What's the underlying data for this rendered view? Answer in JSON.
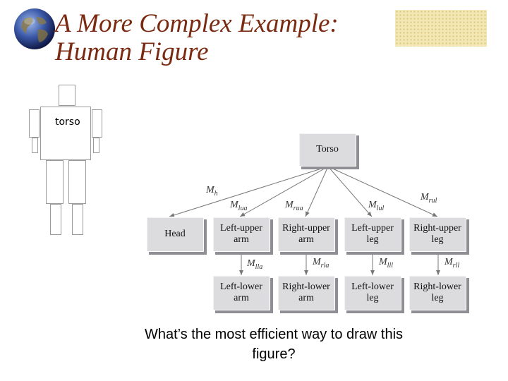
{
  "slide": {
    "title_line1": "A More Complex Example:",
    "title_line2": "Human Figure",
    "question": "What’s the most efficient way to draw this figure?"
  },
  "figure": {
    "torso_label": "torso"
  },
  "tree": {
    "root": "Torso",
    "children": [
      {
        "id": "head",
        "label": "Head"
      },
      {
        "id": "lua",
        "label": "Left-upper\narm"
      },
      {
        "id": "rua",
        "label": "Right-upper\narm"
      },
      {
        "id": "lul",
        "label": "Left-upper\nleg"
      },
      {
        "id": "rul",
        "label": "Right-upper\nleg"
      }
    ],
    "grandchildren": [
      {
        "id": "lla",
        "label": "Left-lower\narm"
      },
      {
        "id": "rla",
        "label": "Right-lower\narm"
      },
      {
        "id": "lll",
        "label": "Left-lower\nleg"
      },
      {
        "id": "rll",
        "label": "Right-lower\nleg"
      }
    ],
    "edge_labels": {
      "m_h": {
        "base": "M",
        "sub": "h"
      },
      "m_lua": {
        "base": "M",
        "sub": "lua"
      },
      "m_rua": {
        "base": "M",
        "sub": "rua"
      },
      "m_lul": {
        "base": "M",
        "sub": "lul"
      },
      "m_rul": {
        "base": "M",
        "sub": "rul"
      },
      "m_lla": {
        "base": "M",
        "sub": "lla"
      },
      "m_rla": {
        "base": "M",
        "sub": "rla"
      },
      "m_lll": {
        "base": "M",
        "sub": "lll"
      },
      "m_rll": {
        "base": "M",
        "sub": "rll"
      }
    }
  },
  "colors": {
    "title": "#7a2a10",
    "node_fill": "#dcdcde",
    "node_shadow": "#8e8e94",
    "edge": "#777777"
  }
}
